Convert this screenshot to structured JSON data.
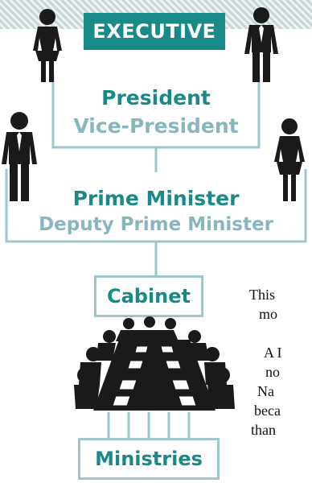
{
  "executive": "EXECUTIVE",
  "president": "President",
  "vice_president": "Vice-President",
  "prime_minister": "Prime Minister",
  "deputy_prime_minister": "Deputy Prime Minister",
  "cabinet": "Cabinet",
  "ministries": "Ministries",
  "side_text": [
    "This",
    "mo",
    "A I",
    "no",
    "Na",
    "beca",
    "than"
  ],
  "colors": {
    "accent": "#188a87",
    "light_accent": "#86b7bf",
    "line": "#9cc6c9"
  }
}
